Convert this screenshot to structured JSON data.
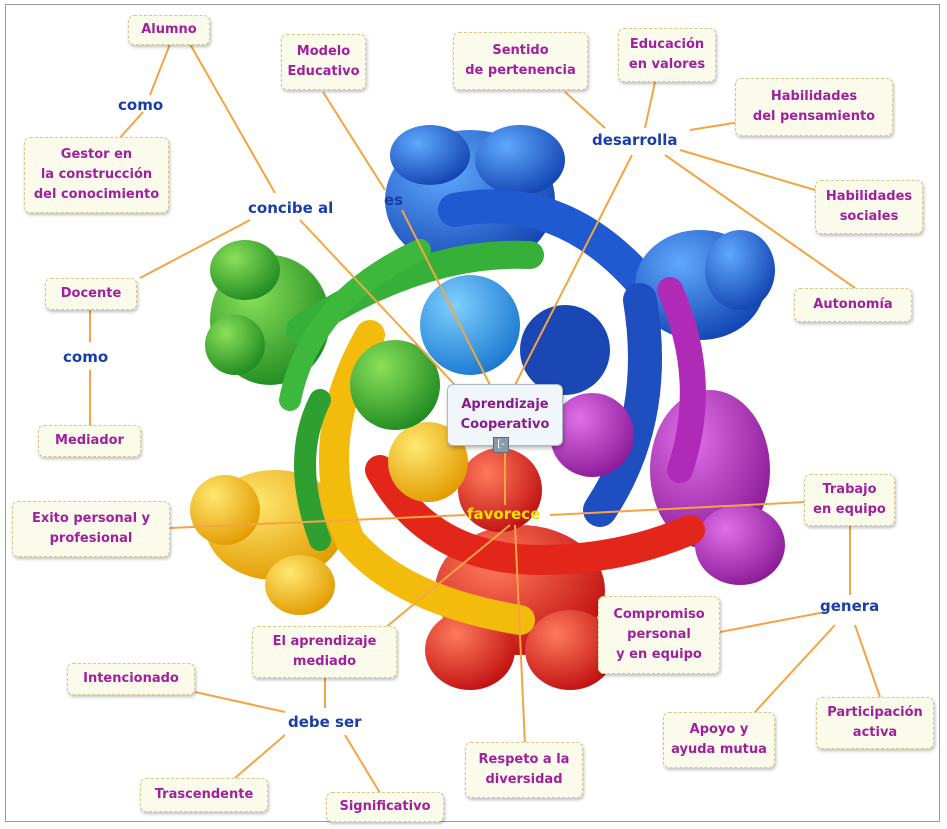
{
  "center": {
    "line1": "Aprendizaje",
    "line2": "Cooperativo",
    "toggle": "[-"
  },
  "nodes": {
    "alumno": "Alumno",
    "gestor": [
      "Gestor en",
      "la construcción",
      "del conocimiento"
    ],
    "modelo": [
      "Modelo",
      "Educativo"
    ],
    "sentido": [
      "Sentido",
      "de pertenencia"
    ],
    "educacion": [
      "Educación",
      "en valores"
    ],
    "habpens": [
      "Habilidades",
      "del pensamiento"
    ],
    "habsoc": [
      "Habilidades",
      "sociales"
    ],
    "autonomia": "Autonomía",
    "docente": "Docente",
    "mediador": "Mediador",
    "exito": [
      "Exito personal y",
      "profesional"
    ],
    "trabajo": [
      "Trabajo",
      "en equipo"
    ],
    "compromiso": [
      "Compromiso",
      "personal",
      "y en equipo"
    ],
    "apoyo": [
      "Apoyo y",
      "ayuda mutua"
    ],
    "participacion": [
      "Participación",
      "activa"
    ],
    "aprendizaje_mediado": [
      "El aprendizaje",
      "mediado"
    ],
    "intencionado": "Intencionado",
    "trascendente": "Trascendente",
    "significativo": "Significativo",
    "respeto": [
      "Respeto a la",
      "diversidad"
    ]
  },
  "links": {
    "como1": "como",
    "concibe": "concibe al",
    "es": "es",
    "desarrolla": "desarrolla",
    "como2": "como",
    "favorece": "favorece",
    "genera": "genera",
    "debe_ser": "debe ser"
  },
  "colors": {
    "connector": "#f4a442",
    "node_text": "#a020a0",
    "link_text": "#1a3ea8",
    "favorece_text": "#f5e200",
    "figure_blue": "#1e5fd0",
    "figure_purple": "#b02ab8",
    "figure_red": "#e8271c",
    "figure_yellow": "#f5c10e",
    "figure_green": "#38b43a"
  }
}
